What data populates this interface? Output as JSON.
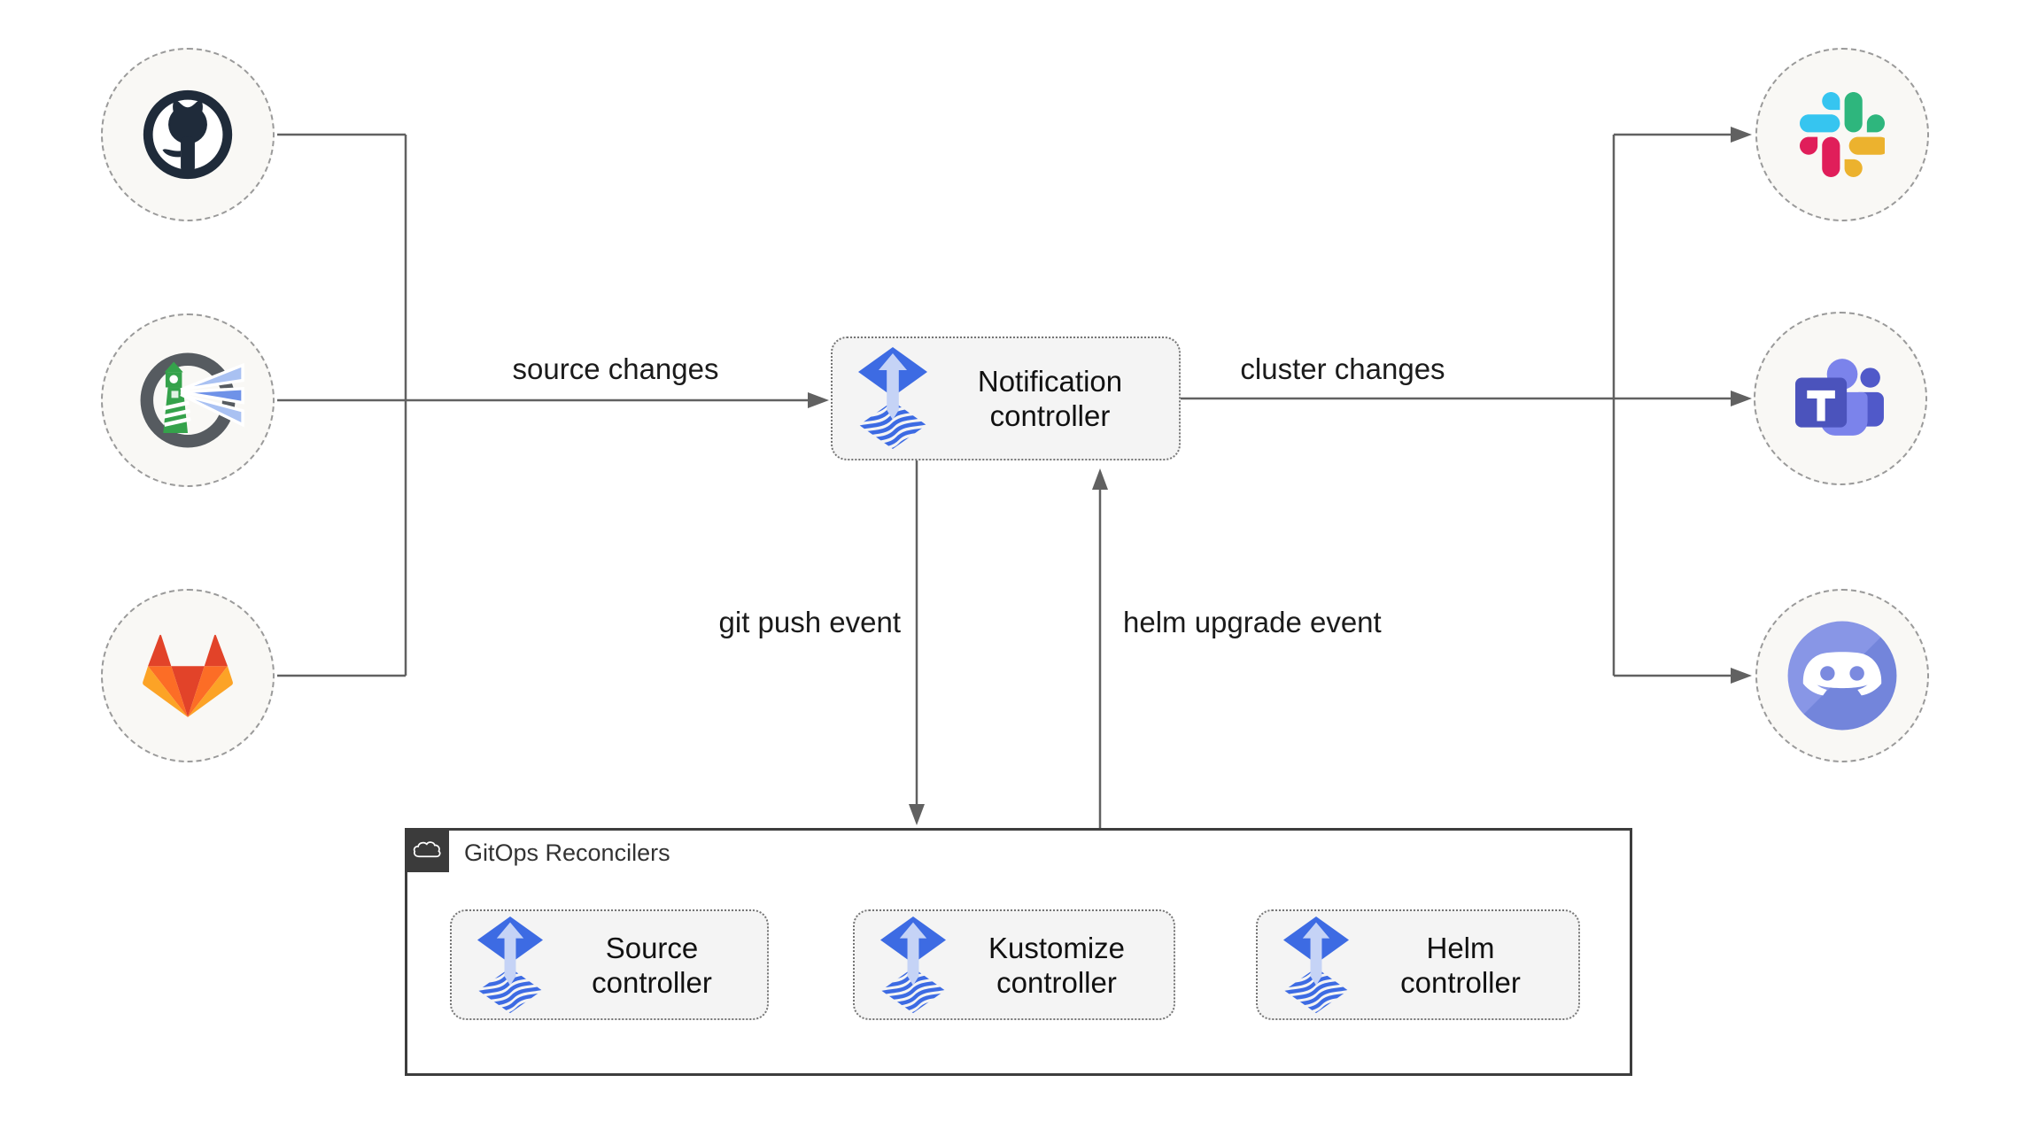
{
  "diagram": {
    "sources": [
      {
        "id": "github",
        "icon": "github-logo"
      },
      {
        "id": "harbor",
        "icon": "harbor-logo"
      },
      {
        "id": "gitlab",
        "icon": "gitlab-logo"
      }
    ],
    "targets": [
      {
        "id": "slack",
        "icon": "slack-logo"
      },
      {
        "id": "teams",
        "icon": "microsoft-teams-logo"
      },
      {
        "id": "discord",
        "icon": "discord-logo"
      }
    ],
    "notification_controller": {
      "icon": "flux-logo",
      "label_line1": "Notification",
      "label_line2": "controller"
    },
    "edge_labels": {
      "source_changes": "source changes",
      "cluster_changes": "cluster changes",
      "git_push": "git push event",
      "helm_upgrade": "helm upgrade event"
    },
    "reconcilers": {
      "title": "GitOps Reconcilers",
      "icon": "cloud-icon",
      "controllers": [
        {
          "icon": "flux-logo",
          "label_line1": "Source",
          "label_line2": "controller"
        },
        {
          "icon": "flux-logo",
          "label_line1": "Kustomize",
          "label_line2": "controller"
        },
        {
          "icon": "flux-logo",
          "label_line1": "Helm",
          "label_line2": "controller"
        }
      ]
    },
    "colors": {
      "flux_blue": "#3D6BE3",
      "wire": "#616161",
      "node_fill": "#f9f8f5",
      "box_fill": "#f4f4f4",
      "github": "#1F2B3A",
      "harbor_green": "#35A24B",
      "gitlab": [
        "#E24329",
        "#FC6D26",
        "#FCA326"
      ],
      "slack": [
        "#36C5F0",
        "#2EB67D",
        "#E01E5A",
        "#ECB22E"
      ],
      "teams": [
        "#4B53BC",
        "#7B83EB",
        "#5059C9"
      ],
      "discord": "#7B8ADF"
    }
  }
}
